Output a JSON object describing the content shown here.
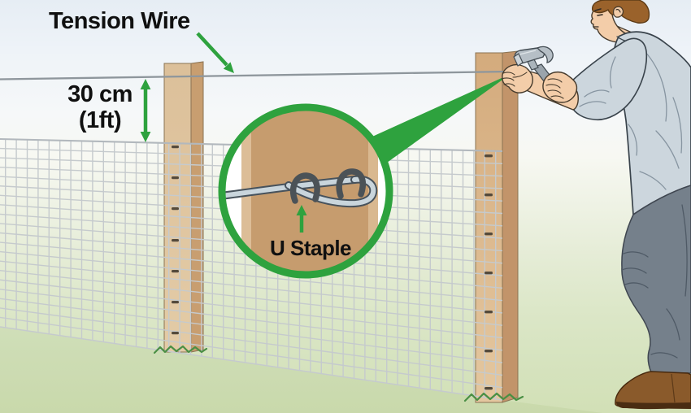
{
  "title": "Installing a fence tension wire with U staples — instructional illustration",
  "labels": {
    "tension_wire": "Tension Wire",
    "height_cm": "30 cm",
    "height_ft": "(1ft)",
    "u_staple": "U Staple"
  },
  "icons": {
    "magnifier_lens": "zoom-circle showing wire twisted around post held by U staples",
    "callout_wedge": "green pointer wedge from lens to nailing point",
    "hammer": "claw hammer",
    "person": "man hammering staple into fence post"
  },
  "colors": {
    "accent_green": "#2ea23e",
    "text": "#101010",
    "post_front": "#d8b083",
    "post_side": "#c2946a",
    "post_light": "#dec29a",
    "mesh_wire": "#c5cacd",
    "tension_wire_gray": "#8e969c",
    "staple_dark": "#4b5257",
    "lens_wire": "#c9d5dc",
    "sky_top": "#e6edf4",
    "grass_bottom": "#d2e0b6",
    "shirt": "#ccd6dd",
    "pants": "#75808b",
    "skin": "#f3cda9",
    "hair": "#9a622b",
    "boot": "#8a5a2b",
    "hammer_metal": "#b6bfc6"
  }
}
